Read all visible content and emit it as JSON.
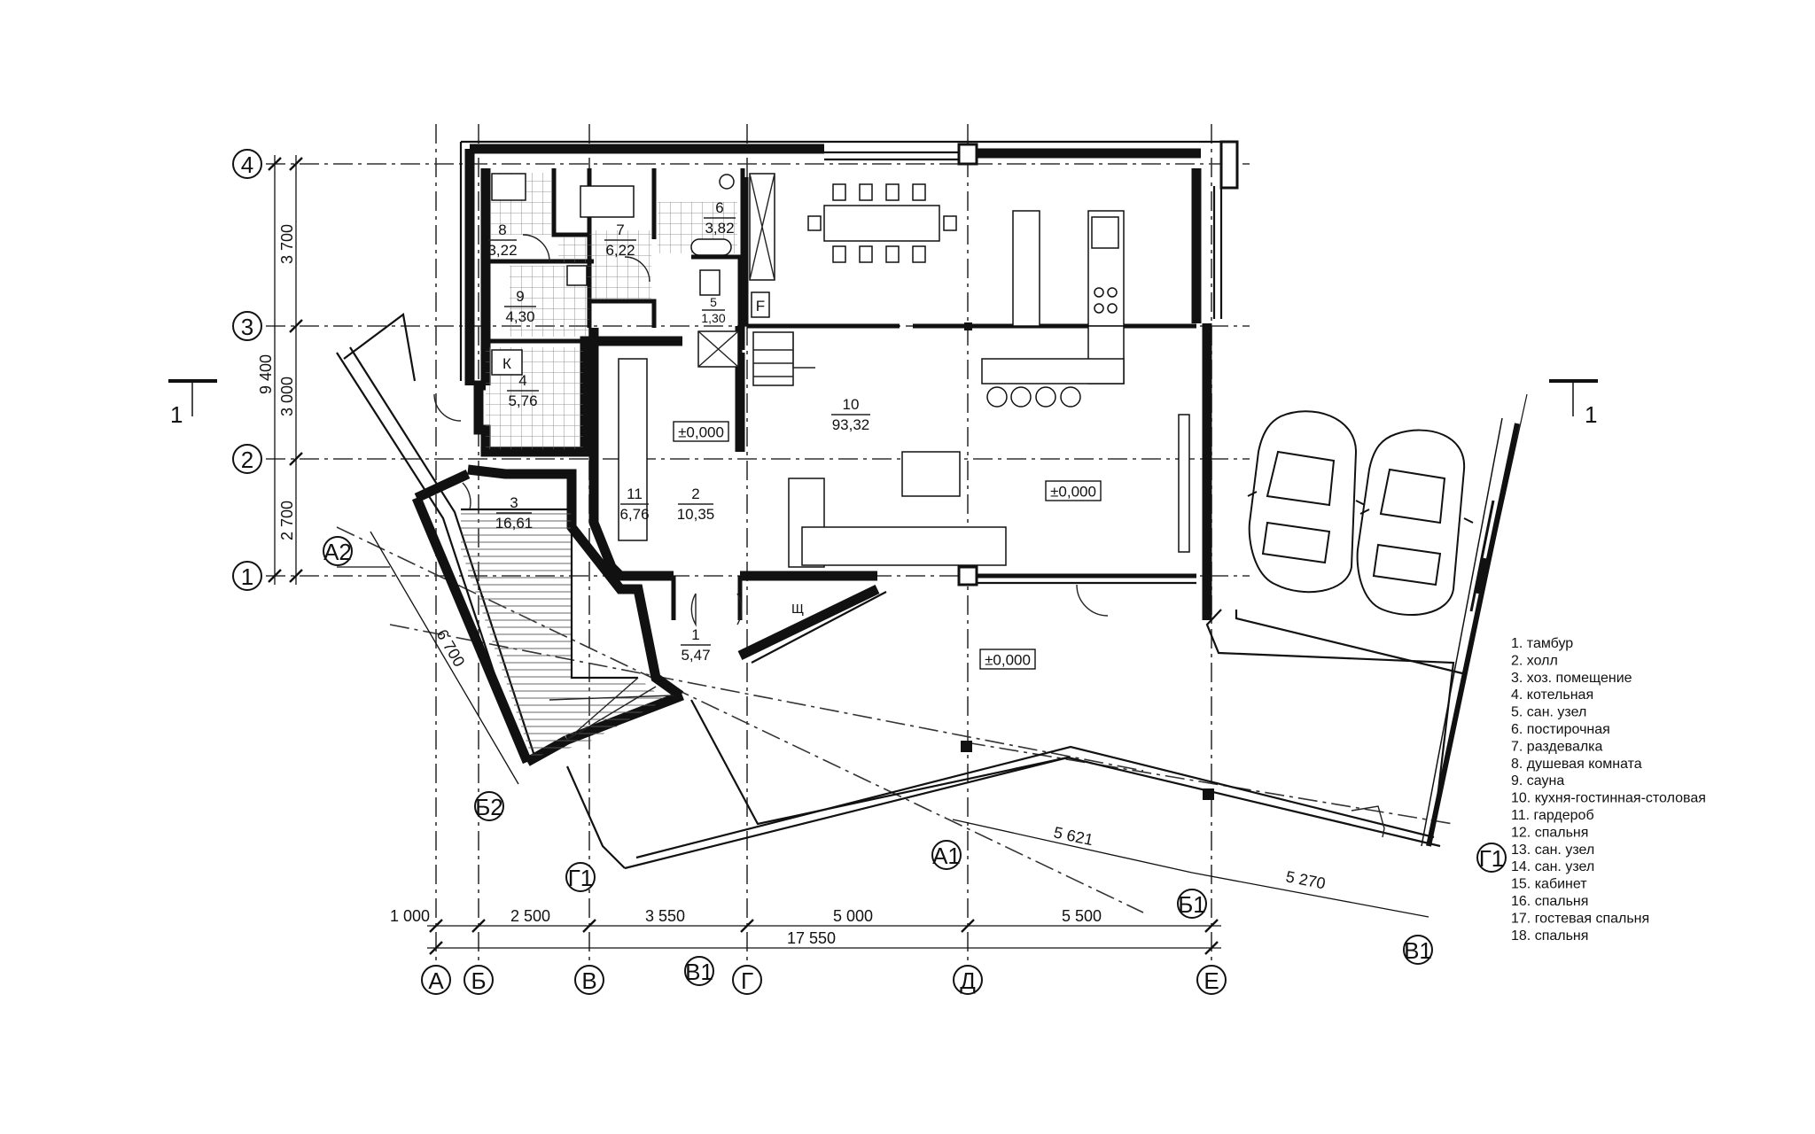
{
  "axes": {
    "rows": [
      "1",
      "2",
      "3",
      "4"
    ],
    "columns": [
      "А",
      "Б",
      "В",
      "Г",
      "Д",
      "Е"
    ],
    "skewed": [
      "А1",
      "Б1",
      "В1",
      "Г1",
      "А2",
      "Б2",
      "В1",
      "Г1"
    ]
  },
  "section_marks": [
    "1",
    "1"
  ],
  "dimensions": {
    "bottom": [
      "1 000",
      "2 500",
      "3 550",
      "5 000",
      "5 500"
    ],
    "bottom_total": "17 550",
    "left": [
      "3 700",
      "3 000",
      "2 700"
    ],
    "left_total": "9 400",
    "skewed": [
      "6 700",
      "5 621",
      "5 270"
    ]
  },
  "rooms": [
    {
      "num": "1",
      "area": "5,47"
    },
    {
      "num": "2",
      "area": "10,35"
    },
    {
      "num": "3",
      "area": "16,61"
    },
    {
      "num": "4",
      "area": "5,76"
    },
    {
      "num": "5",
      "area": "1,30"
    },
    {
      "num": "6",
      "area": "3,82"
    },
    {
      "num": "7",
      "area": "6,22"
    },
    {
      "num": "8",
      "area": "3,22"
    },
    {
      "num": "9",
      "area": "4,30"
    },
    {
      "num": "10",
      "area": "93,32"
    },
    {
      "num": "11",
      "area": "6,76"
    }
  ],
  "levels": [
    "±0,000",
    "±0,000",
    "±0,000"
  ],
  "markers": {
    "boiler": "К",
    "fireplace": "F",
    "panel": "Щ"
  },
  "legend": [
    "1. тамбур",
    "2. холл",
    "3. хоз. помещение",
    "4. котельная",
    "5. сан. узел",
    "6. постирочная",
    "7. раздевалка",
    "8. душевая комната",
    "9. сауна",
    "10. кухня-гостинная-столовая",
    "11. гардероб",
    "12. спальня",
    "13. сан. узел",
    "14. сан. узел",
    "15. кабинет",
    "16. спальня",
    "17. гостевая спальня",
    "18. спальня"
  ]
}
